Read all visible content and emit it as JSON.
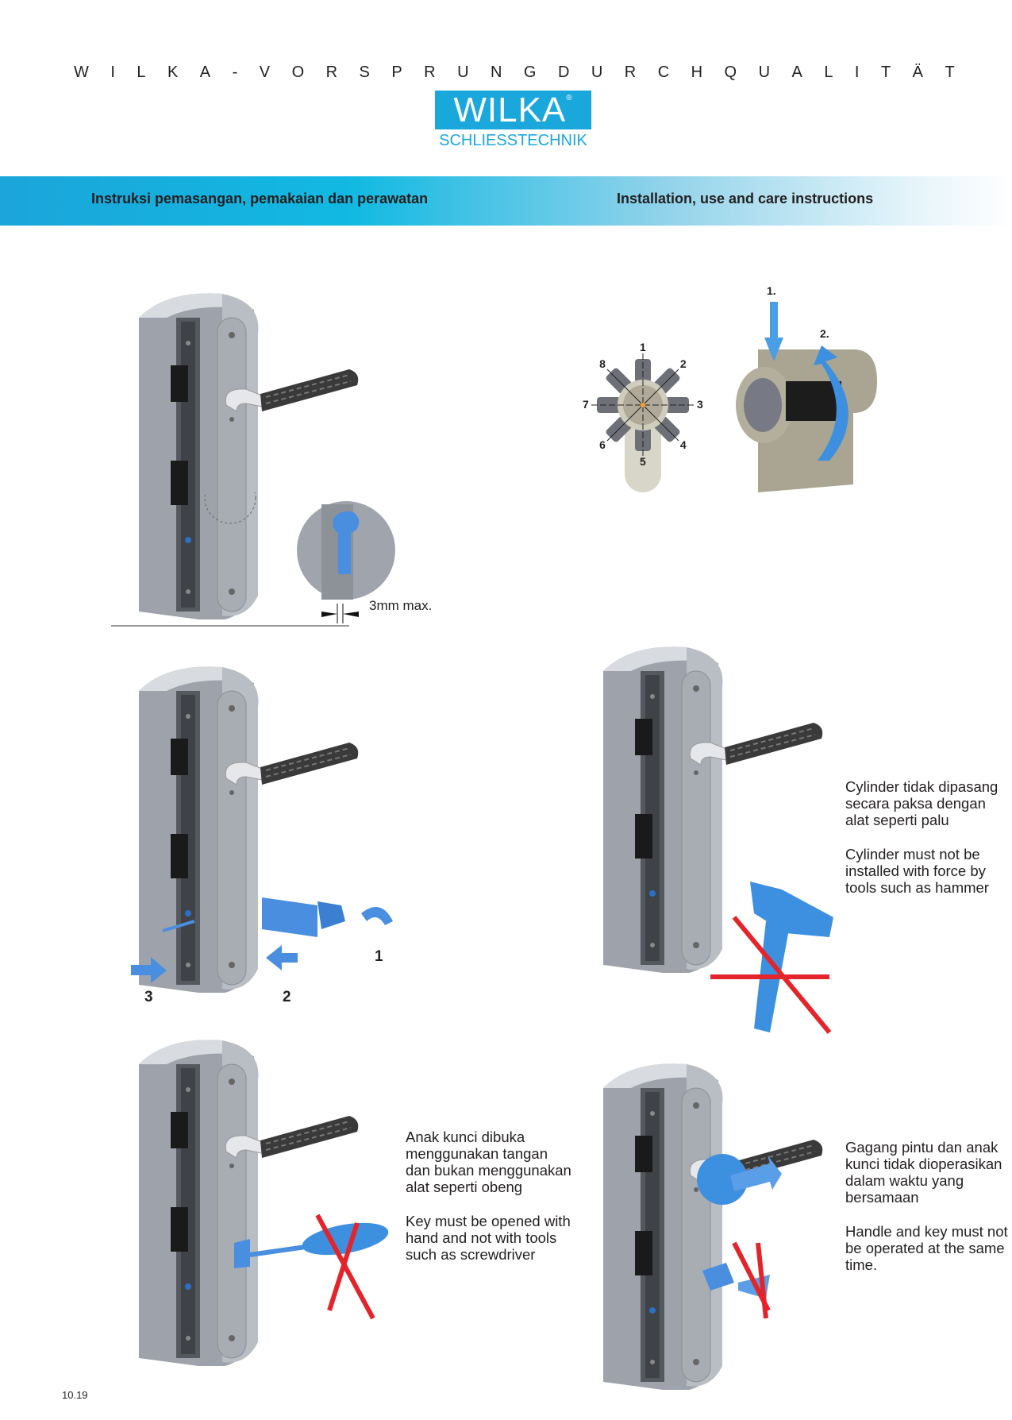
{
  "header": {
    "tagline": [
      "W",
      "I",
      "L",
      "K",
      "A",
      "-",
      "V",
      "O",
      "R",
      "S",
      "P",
      "R",
      "U",
      "N",
      "G",
      "D",
      "U",
      "R",
      "C",
      "H",
      "Q",
      "U",
      "A",
      "L",
      "I",
      "T",
      "Ä",
      "T"
    ],
    "tagline_text": "WILKA - VORSPRUNG DURCH QUALITÄT",
    "logo_text": "WILKA",
    "logo_registered": "®",
    "logo_subtitle": "SCHLIESSTECHNIK"
  },
  "band": {
    "left_title": "Instruksi pemasangan, pemakaian dan perawatan",
    "right_title": "Installation, use and care instructions"
  },
  "panel1": {
    "measurement": "3mm max."
  },
  "panel2": {
    "positions": [
      "1",
      "2",
      "3",
      "4",
      "5",
      "6",
      "7",
      "8"
    ],
    "step1": "1.",
    "step2": "2."
  },
  "panel3": {
    "step1": "1",
    "step2": "2",
    "step3": "3"
  },
  "panel4": {
    "text_id": "Cylinder tidak dipasang\nsecara paksa dengan\nalat seperti palu",
    "text_en": "Cylinder must not be\ninstalled with force by\ntools such as hammer"
  },
  "panel5": {
    "text_id": "Anak kunci dibuka\nmenggunakan tangan\ndan bukan menggunakan\nalat seperti obeng",
    "text_en": "Key must be opened with\nhand and not with tools\nsuch as screwdriver"
  },
  "panel6": {
    "text_id": "Gagang pintu dan anak\nkunci tidak dioperasikan\ndalam waktu yang\nbersamaan",
    "text_en": "Handle and key must not\nbe operated at the same\ntime."
  },
  "footer": {
    "page_number": "10.19"
  },
  "colors": {
    "brand": "#1aa8dc",
    "accent_blue": "#4a90d9",
    "warning_red": "#e3242b"
  }
}
